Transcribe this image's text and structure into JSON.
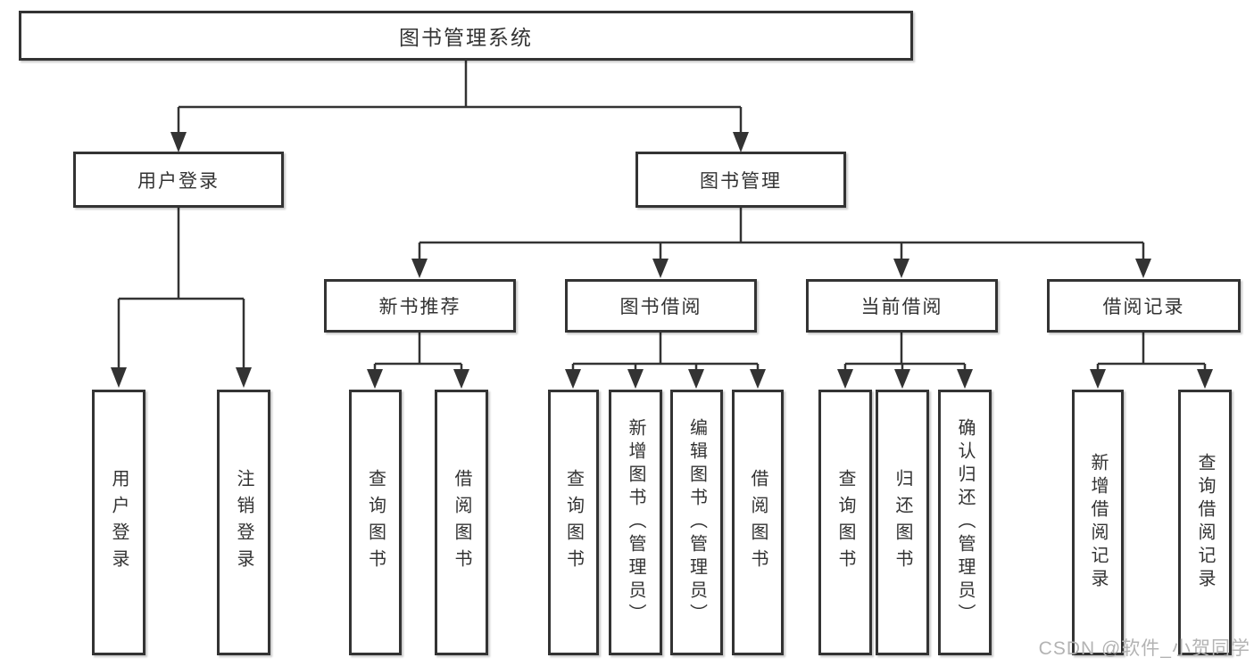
{
  "tree": {
    "root": "图书管理系统",
    "children": [
      {
        "label": "用户登录",
        "children": [
          "用户登录",
          "注销登录"
        ]
      },
      {
        "label": "图书管理",
        "children": [
          {
            "label": "新书推荐",
            "children": [
              "查询图书",
              "借阅图书"
            ]
          },
          {
            "label": "图书借阅",
            "children": [
              "查询图书",
              "新增图书（管理员）",
              "编辑图书（管理员）",
              "借阅图书"
            ]
          },
          {
            "label": "当前借阅",
            "children": [
              "查询图书",
              "归还图书",
              "确认归还（管理员）"
            ]
          },
          {
            "label": "借阅记录",
            "children": [
              "新增借阅记录",
              "查询借阅记录"
            ]
          }
        ]
      }
    ]
  },
  "watermark": "CSDN @软件_小贺同学",
  "colors": {
    "line": "#333333",
    "text": "#333333",
    "box_fill": "#ffffff",
    "watermark": "#b3b3b3"
  }
}
